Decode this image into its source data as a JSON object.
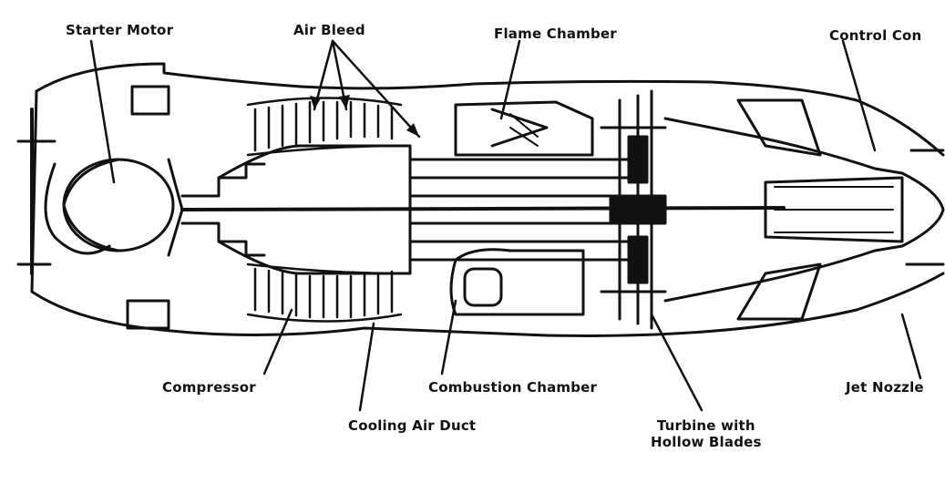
{
  "labels": {
    "starter_motor": "Starter Motor",
    "air_bleed": "Air Bleed",
    "flame_chamber": "Flame Chamber",
    "control_cone": "Control Con",
    "compressor": "Compressor",
    "cooling_air_duct": "Cooling Air Duct",
    "combustion_chamber": "Combustion Chamber",
    "turbine_line1": "Turbine with",
    "turbine_line2": "Hollow Blades",
    "jet_nozzle": "Jet Nozzle"
  },
  "colors": {
    "ink": "#111111",
    "paper": "#ffffff"
  }
}
